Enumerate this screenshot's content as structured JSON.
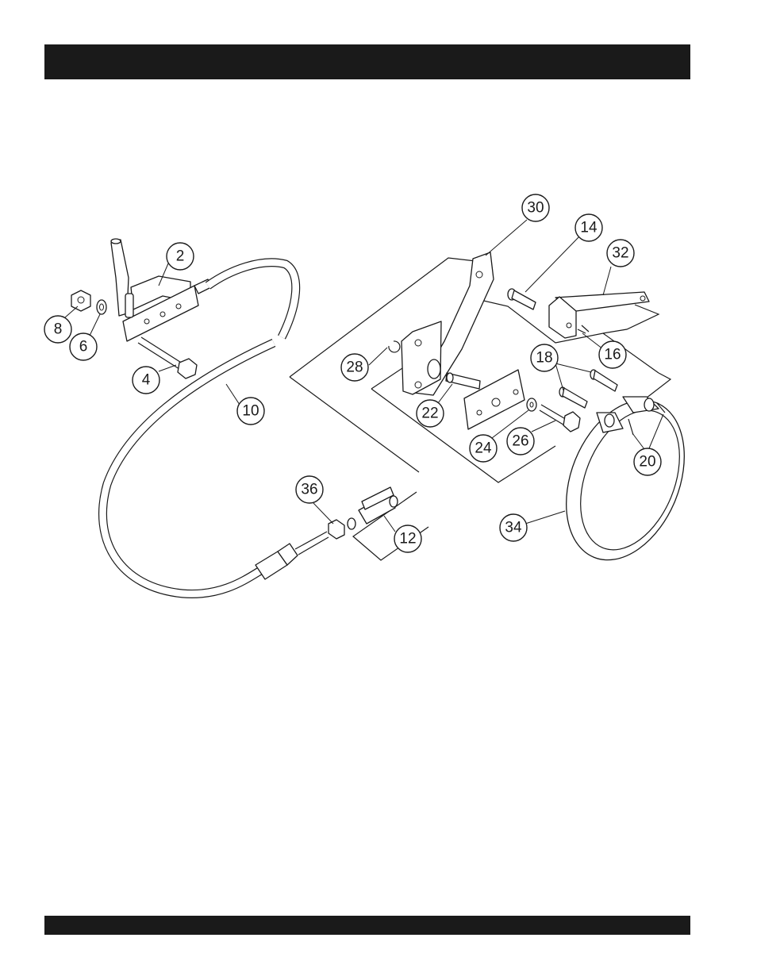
{
  "header": {
    "title": ""
  },
  "footer": {
    "text": ""
  },
  "callouts": [
    {
      "id": "c2",
      "label": "2"
    },
    {
      "id": "c4",
      "label": "4"
    },
    {
      "id": "c6",
      "label": "6"
    },
    {
      "id": "c8",
      "label": "8"
    },
    {
      "id": "c10",
      "label": "10"
    },
    {
      "id": "c12",
      "label": "12"
    },
    {
      "id": "c14",
      "label": "14"
    },
    {
      "id": "c16",
      "label": "16"
    },
    {
      "id": "c18",
      "label": "18"
    },
    {
      "id": "c20",
      "label": "20"
    },
    {
      "id": "c22",
      "label": "22"
    },
    {
      "id": "c24",
      "label": "24"
    },
    {
      "id": "c26",
      "label": "26"
    },
    {
      "id": "c28",
      "label": "28"
    },
    {
      "id": "c30",
      "label": "30"
    },
    {
      "id": "c32",
      "label": "32"
    },
    {
      "id": "c34",
      "label": "34"
    },
    {
      "id": "c36",
      "label": "36"
    }
  ]
}
